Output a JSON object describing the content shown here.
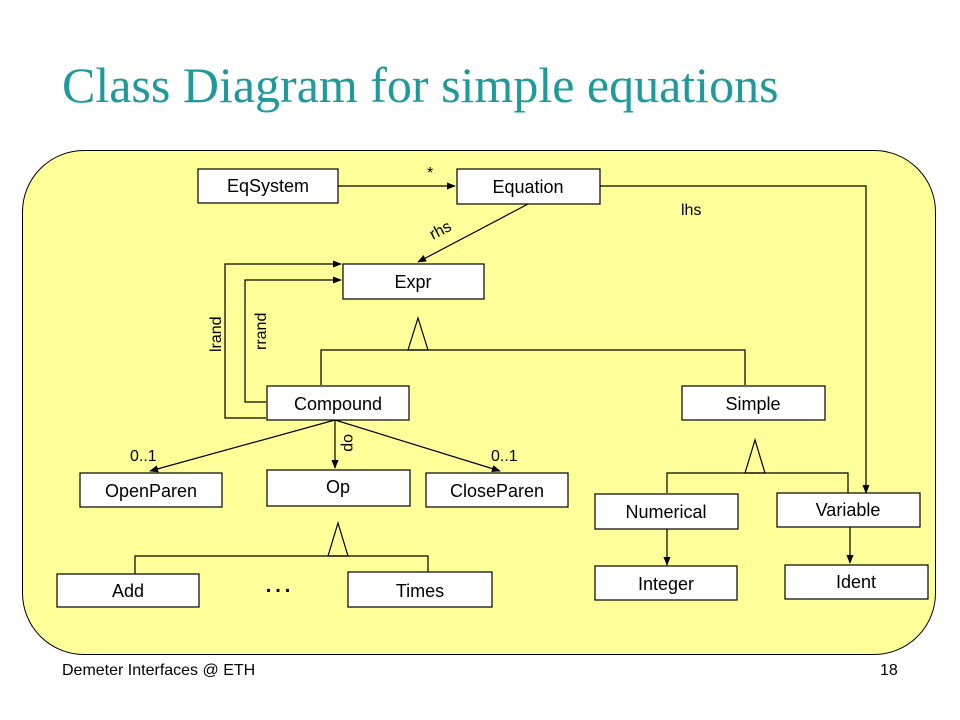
{
  "title": "Class Diagram for simple equations",
  "classes": {
    "eqsystem": "EqSystem",
    "equation": "Equation",
    "expr": "Expr",
    "compound": "Compound",
    "simple": "Simple",
    "openparen": "OpenParen",
    "op": "Op",
    "closeparen": "CloseParen",
    "numerical": "Numerical",
    "variable": "Variable",
    "add": "Add",
    "times": "Times",
    "integer": "Integer",
    "ident": "Ident"
  },
  "labels": {
    "star": "*",
    "lhs": "lhs",
    "rhs": "rhs",
    "lrand": "lrand",
    "rrand": "rrand",
    "open_mult": "0..1",
    "close_mult": "0..1",
    "op": "op",
    "ellipsis": "…"
  },
  "footer": {
    "left": "Demeter Interfaces @ ETH",
    "page": "18"
  }
}
